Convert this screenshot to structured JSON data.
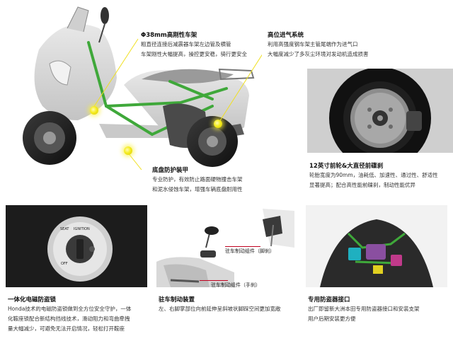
{
  "main_motorcycle": {
    "frame": {
      "title": "Φ38mm高刚性车架",
      "lines": [
        "粗直径连接后减震器车架左边管及横管",
        "车架刚性大幅提高，操控更安稳，骑行更安全"
      ]
    },
    "intake": {
      "title": "高位进气系统",
      "lines": [
        "利用高强度钢车架主管尾端作为进气口",
        "大幅度减少了多灰尘环境对发动机造成损害"
      ]
    },
    "skid_plate": {
      "title": "底盘防护装甲",
      "lines": [
        "专业防护，有效防止路面硬物撞击车架",
        "和泥水侵蚀车架，增强车辆底盘耐用性"
      ]
    }
  },
  "front_wheel": {
    "title": "12英寸前轮&大直径前碟刹",
    "lines": [
      "轮胎宽度为90mm，油耗低、加速性、通过性、舒适性",
      "显著提高；配合高性能前碟刹，制动性能优异"
    ]
  },
  "ignition_lock": {
    "title": "一体化电磁防盗锁",
    "lines": [
      "Honda技术的电磁防盗锁做到全方位安全守护，一体",
      "化鞍座锁配合新结构挡线技术，滑动阻力和弯曲牵拽",
      "量大幅减少，可避免无法开启情况，轻松打开鞍座"
    ],
    "lock_labels": [
      "SEAT",
      "IGNITION",
      "OFF"
    ]
  },
  "brake_parking": {
    "title": "驻车制动装置",
    "lines": [
      "左、右脚掌部位向前延伸呈斜坡状脚踩空间更加宽敞"
    ],
    "foot_label": "驻车制动组件（脚刹）",
    "hand_label": "驻车制动组件（手刹）"
  },
  "alarm_interface": {
    "title": "专用防盗器接口",
    "lines": [
      "出厂即留新大洲本田专用防盗器接口和安装支架",
      "用户后期安装更方便"
    ]
  },
  "colors": {
    "accent_yellow": "#f5ec1e",
    "frame_green": "#3fa83a",
    "photo_dark": "#1a1a1a"
  }
}
